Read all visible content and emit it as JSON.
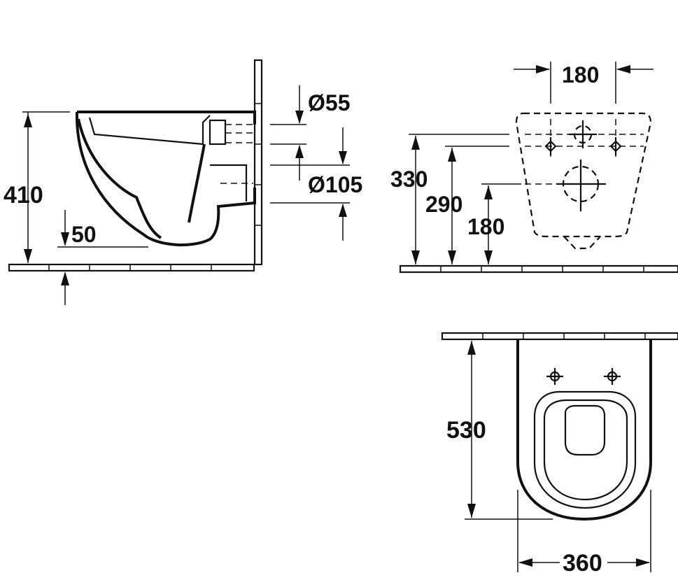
{
  "side_view": {
    "height_label": "410",
    "floor_clearance_label": "50",
    "inlet_diameter_label": "Ø55",
    "outlet_diameter_label": "Ø105"
  },
  "rear_view": {
    "hole_spacing_label": "180",
    "upper_hole_height_label": "330",
    "mid_hole_height_label": "290",
    "lower_hole_height_label": "180"
  },
  "top_view": {
    "length_label": "530",
    "width_label": "360"
  },
  "colors": {
    "line": "#111111",
    "background": "#ffffff"
  }
}
